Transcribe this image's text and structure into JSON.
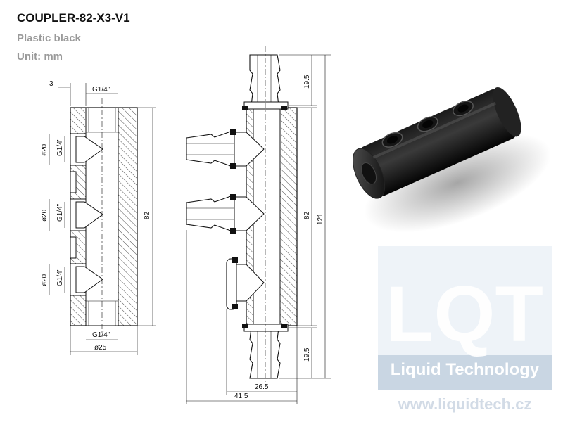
{
  "header": {
    "title": "COUPLER-82-X3-V1",
    "material": "Plastic black",
    "unit": "Unit:  mm"
  },
  "left_view": {
    "wall": "3",
    "top_thread": "G1/4\"",
    "bottom_thread": "G1/4\"",
    "outer_dia": "ø25",
    "height": "82",
    "port_dia": "ø20",
    "port_thread": "G1/4\""
  },
  "right_view": {
    "top_len": "19.5",
    "body_len": "82",
    "total_len": "121",
    "bottom_len": "19.5",
    "width_inner": "26.5",
    "width_total": "41.5"
  },
  "brand": {
    "logo": "LQT",
    "name": "Liquid Technology",
    "url": "www.liquidtech.cz"
  }
}
